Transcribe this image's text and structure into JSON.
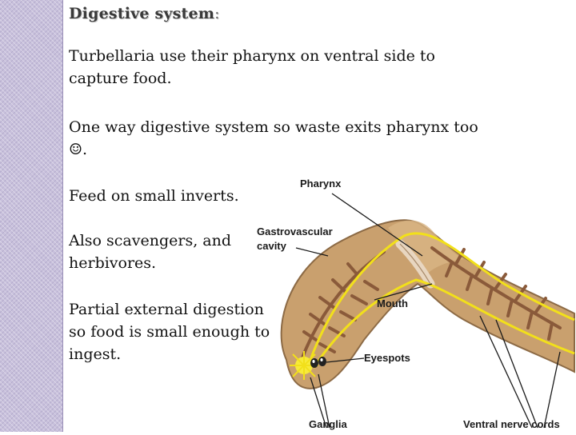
{
  "slide": {
    "title": "Digestive system",
    "title_colon": ":",
    "bullets": [
      "Turbellaria use their pharynx on ventral side to capture food.",
      "One way digestive system so waste exits pharynx too ☺.",
      "Feed on small inverts.",
      "Also scavengers, and herbivores.",
      "Partial external digestion so food is small enough to ingest."
    ]
  },
  "figure": {
    "labels": {
      "pharynx": "Pharynx",
      "gastrovascular": "Gastrovascular",
      "cavity": "cavity",
      "mouth": "Mouth",
      "eyespots": "Eyespots",
      "ganglia": "Ganglia",
      "ventral_nerve_cords": "Ventral nerve cords"
    }
  },
  "colors": {
    "side_band": "#c8c0dc",
    "body": "#c9a06e",
    "gut": "#8a5a3a",
    "nerve": "#f2e01a"
  }
}
